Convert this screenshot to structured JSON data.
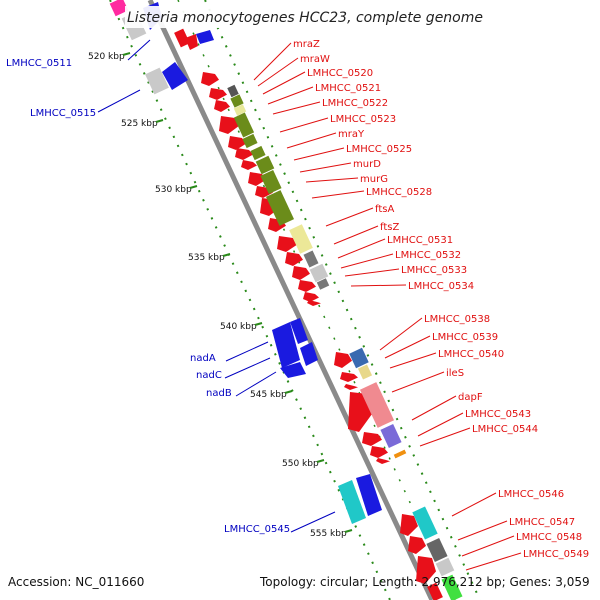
{
  "title": "Listeria monocytogenes HCC23, complete genome",
  "footer": {
    "accession": "Accession: NC_011660",
    "topology": "Topology: circular; Length: 2,976,212 bp; Genes: 3,059"
  },
  "colors": {
    "backbone": "#8a8a8a",
    "forward_gene": "#e8101a",
    "reverse_gene": "#1a1ae0",
    "ticks": "#2a8a1a",
    "forward_label": "#e01010",
    "reverse_label": "#0000c0"
  },
  "scale": {
    "ticks": [
      "520 kbp",
      "525 kbp",
      "530 kbp",
      "535 kbp",
      "540 kbp",
      "545 kbp",
      "550 kbp",
      "555 kbp"
    ]
  },
  "reverse_labels": [
    "LMHCC_0511",
    "LMHCC_0515",
    "nadA",
    "nadC",
    "nadB",
    "LMHCC_0545"
  ],
  "forward_labels": [
    "mraZ",
    "mraW",
    "LMHCC_0520",
    "LMHCC_0521",
    "LMHCC_0522",
    "LMHCC_0523",
    "mraY",
    "LMHCC_0525",
    "murD",
    "murG",
    "LMHCC_0528",
    "ftsA",
    "ftsZ",
    "LMHCC_0531",
    "LMHCC_0532",
    "LMHCC_0533",
    "LMHCC_0534",
    "LMHCC_0538",
    "LMHCC_0539",
    "LMHCC_0540",
    "ileS",
    "dapF",
    "LMHCC_0543",
    "LMHCC_0544",
    "LMHCC_0546",
    "LMHCC_0547",
    "LMHCC_0548",
    "LMHCC_0549"
  ]
}
